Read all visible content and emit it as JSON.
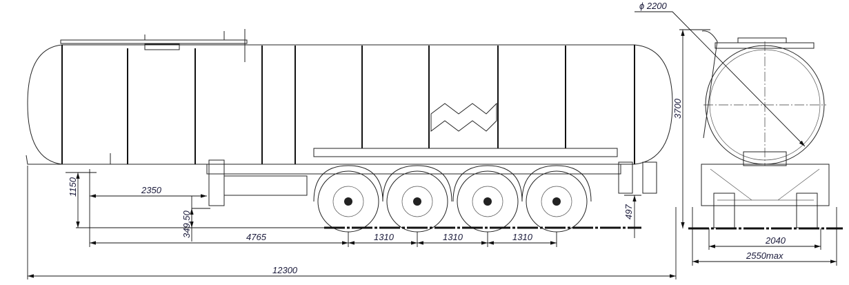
{
  "dimensions": {
    "overall_length": "12300",
    "kingpin_to_first_axle": "4765",
    "axle_spacing_1": "1310",
    "axle_spacing_2": "1310",
    "axle_spacing_3": "1310",
    "kingpin_to_landing_gear": "2350",
    "coupling_height": "1150",
    "landing_gear_clearance": "349,50",
    "rear_underrun_height": "497",
    "total_height": "3700",
    "tank_diameter": "ϕ 2200",
    "track_width": "2040",
    "overall_width": "2550max"
  }
}
